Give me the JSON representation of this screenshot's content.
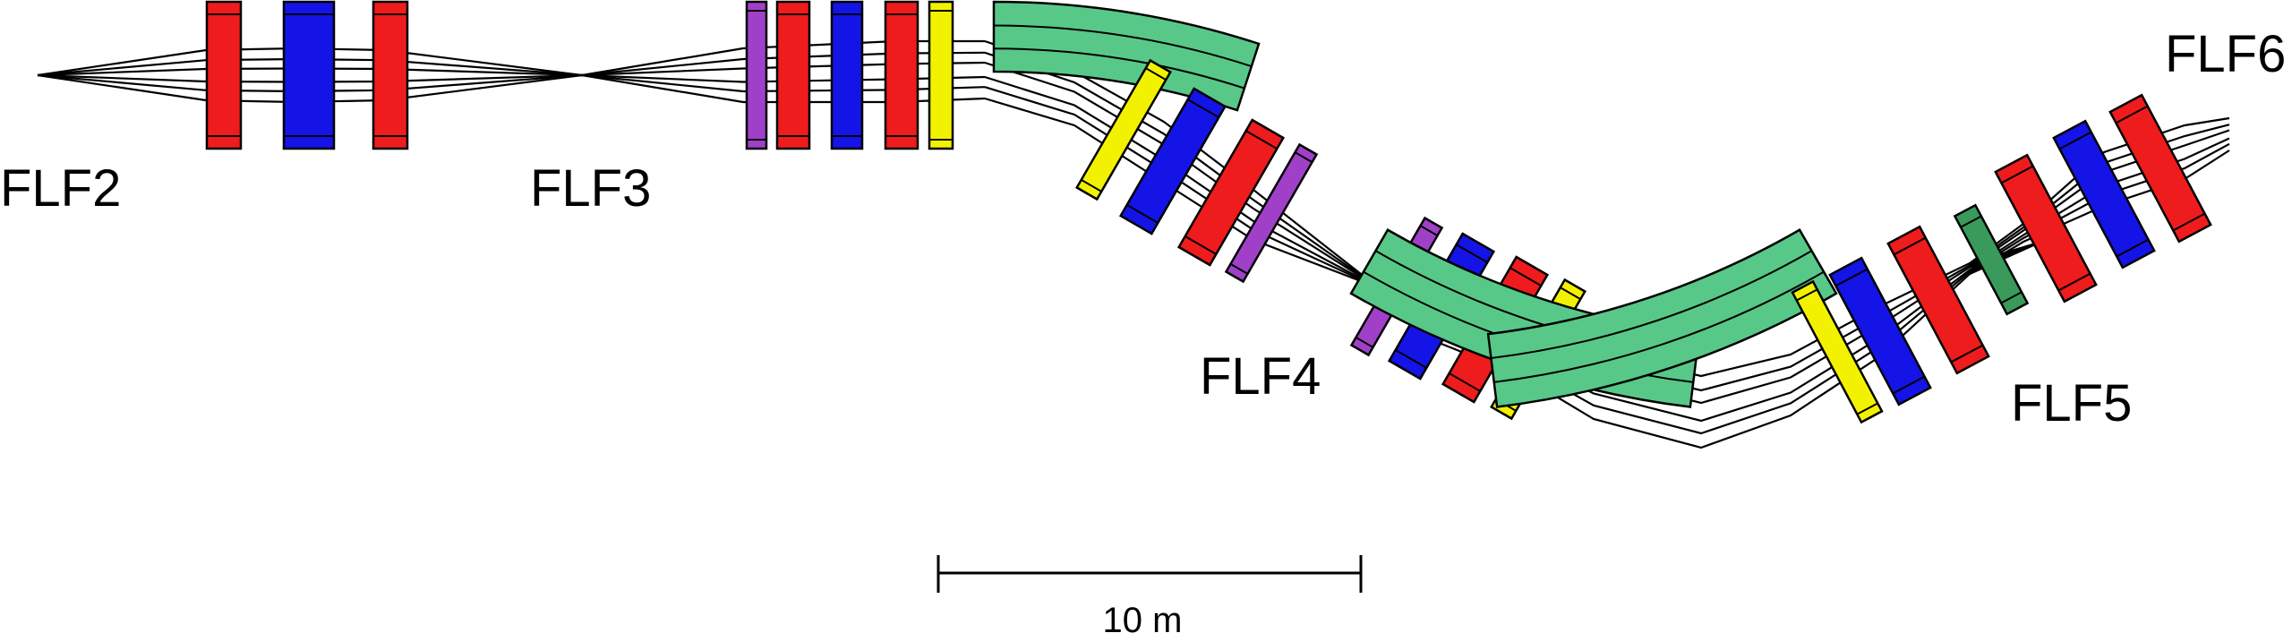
{
  "diagram": {
    "focal_planes": [
      {
        "id": "flf2",
        "label": "FLF2"
      },
      {
        "id": "flf3",
        "label": "FLF3"
      },
      {
        "id": "flf4",
        "label": "FLF4"
      },
      {
        "id": "flf5",
        "label": "FLF5"
      },
      {
        "id": "flf6",
        "label": "FLF6"
      }
    ],
    "scale_bar": {
      "label": "10 m"
    },
    "element_types": {
      "quadrupole_focusing": "#ee1c1c",
      "quadrupole_defocusing": "#1414e6",
      "sextupole": "#a040c8",
      "octupole": "#f2f200",
      "dipole": "#58c888",
      "wedge_degrader": "#3a9a5c"
    }
  }
}
